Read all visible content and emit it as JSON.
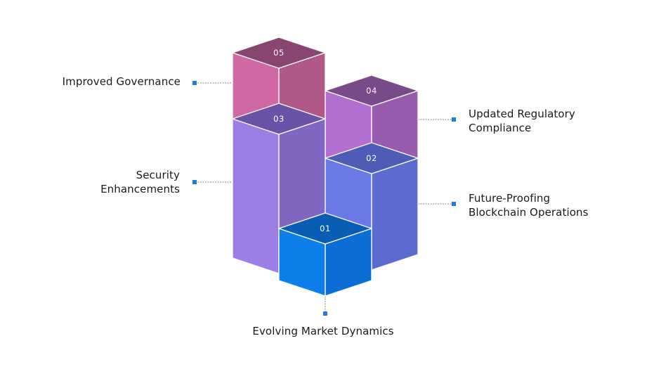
{
  "diagram": {
    "accent_color": "#1e7be0",
    "connector_color": "#9a9a9a",
    "blocks": [
      {
        "id": "01",
        "label": "Evolving Market Dynamics",
        "colors": {
          "top": "#0a5db4",
          "left": "#0e7fea",
          "right": "#0b6dd6"
        }
      },
      {
        "id": "02",
        "label": "Future-Proofing Blockchain Operations",
        "colors": {
          "top": "#4f5cb7",
          "left": "#6a79e6",
          "right": "#5d6ad0"
        }
      },
      {
        "id": "03",
        "label": "Security Enhancements",
        "colors": {
          "top": "#6a52a6",
          "left": "#9d7ee5",
          "right": "#8167c2"
        }
      },
      {
        "id": "04",
        "label": "Updated Regulatory Compliance",
        "colors": {
          "top": "#774a8a",
          "left": "#b26fd0",
          "right": "#985bae"
        }
      },
      {
        "id": "05",
        "label": "Improved Governance",
        "colors": {
          "top": "#874570",
          "left": "#cf68a3",
          "right": "#b15889"
        }
      }
    ],
    "labels": {
      "l01": "Evolving Market Dynamics",
      "l02a": "Future-Proofing",
      "l02b": "Blockchain Operations",
      "l03a": "Security",
      "l03b": "Enhancements",
      "l04a": "Updated Regulatory",
      "l04b": "Compliance",
      "l05": "Improved Governance"
    }
  }
}
